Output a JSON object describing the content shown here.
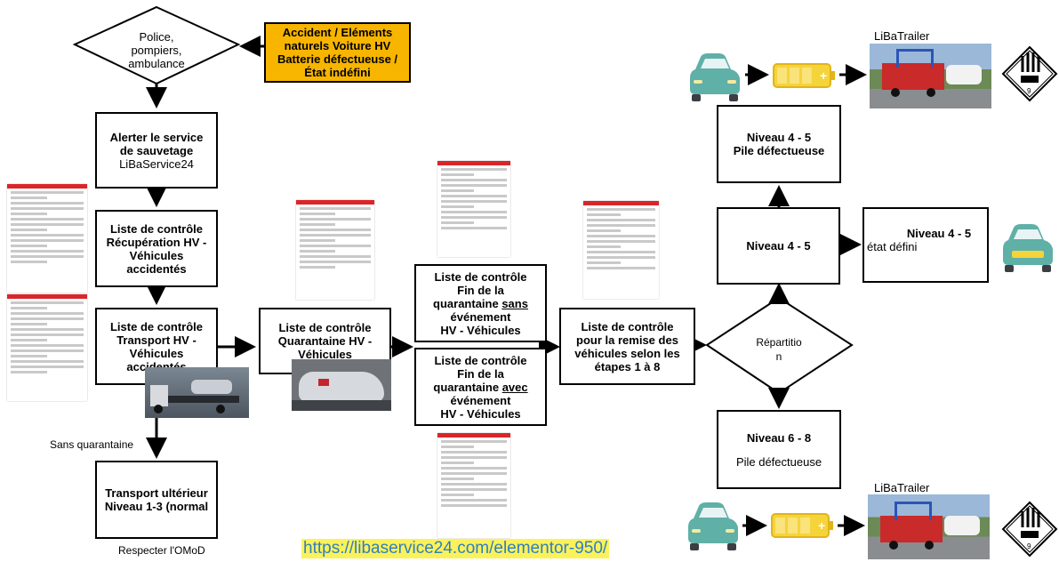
{
  "nodes": {
    "police": [
      "Police,",
      "pompiers,",
      "ambulance"
    ],
    "accident": [
      "Accident / Eléments",
      "naturels Voiture HV",
      "Batterie défectueuse /",
      "État indéfini"
    ],
    "alert": {
      "l1": "Alerter le service",
      "l2": "de sauvetage",
      "l3": "LiBaService24"
    },
    "recup": [
      "Liste de contrôle",
      "Récupération HV -",
      "Véhicules",
      "accidentés"
    ],
    "transport": [
      "Liste de contrôle",
      "Transport HV -",
      "Véhicules",
      "accidentés"
    ],
    "quarantaine": [
      "Liste de contrôle",
      "Quarantaine HV -",
      "Véhicules"
    ],
    "fin_sans": {
      "l1": "Liste de contrôle",
      "l2": "Fin de la",
      "l3a": "quarantaine ",
      "l3b": "sans",
      "l4": "événement",
      "l5": "HV - Véhicules"
    },
    "fin_avec": {
      "l1": "Liste de contrôle",
      "l2": "Fin de la",
      "l3a": "quarantaine ",
      "l3b": "avec",
      "l4": "événement",
      "l5": "HV - Véhicules"
    },
    "remise": [
      "Liste de contrôle",
      "pour la remise des",
      "véhicules selon les",
      "étapes 1 à 8"
    ],
    "repartition": [
      "Répartitio",
      "n"
    ],
    "n45_pile": [
      "Niveau 4 - 5",
      "Pile défectueuse"
    ],
    "n45": "Niveau 4 - 5",
    "n45_defini": {
      "title": "Niveau 4 - 5",
      "sub": "état défini"
    },
    "n68": {
      "title": "Niveau 6 - 8",
      "sub": "Pile défectueuse"
    },
    "ulterieur": [
      "Transport ultérieur",
      "Niveau 1-3 (normal"
    ]
  },
  "labels": {
    "sans_quarantaine": "Sans quarantaine",
    "respecter": "Respecter l'OMoD",
    "libatrailer_top": "LiBaTrailer",
    "libatrailer_bottom": "LiBaTrailer",
    "url": "https://libaservice24.com/elementor-950/"
  },
  "icons": {
    "car": "car-icon",
    "battery": "battery-icon",
    "hazard": "hazard-class-9-icon",
    "trailer_photo": "trailer-photo",
    "tow_truck_photo": "tow-truck-photo",
    "quarantine_photo": "quarantine-bag-photo"
  },
  "colors": {
    "accident_fill": "#f7b500",
    "car": "#5fb0a7",
    "battery": "#f5d33a",
    "doc_header": "#d9262a",
    "url_highlight": "#fbf25a",
    "url_text": "#2f7fc1"
  }
}
